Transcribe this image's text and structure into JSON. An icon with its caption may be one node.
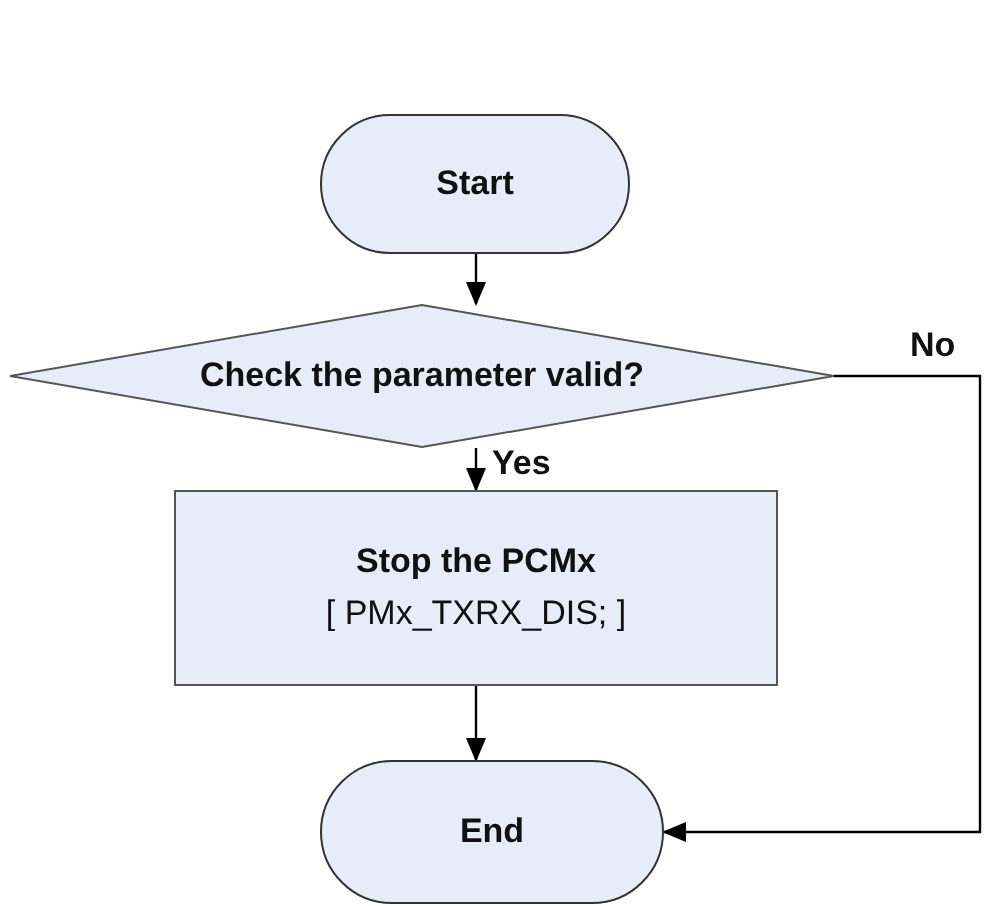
{
  "diagram": {
    "nodes": [
      {
        "text": [
          "Start"
        ]
      },
      {
        "text": [
          "Check the parameter valid?"
        ]
      },
      {
        "text": [
          "Stop the PCMx",
          "[ PMx_TXRX_DIS; ]"
        ]
      },
      {
        "text": [
          "End"
        ]
      }
    ],
    "edges": [
      {
        "from": 0,
        "to": 1,
        "arrow": "to"
      },
      {
        "from": 1,
        "to": 2,
        "arrow": "to",
        "label": "Yes"
      },
      {
        "from": 2,
        "to": 3,
        "arrow": "to"
      },
      {
        "from": 1,
        "to": 3,
        "arrow": "to",
        "label": "No"
      }
    ]
  }
}
